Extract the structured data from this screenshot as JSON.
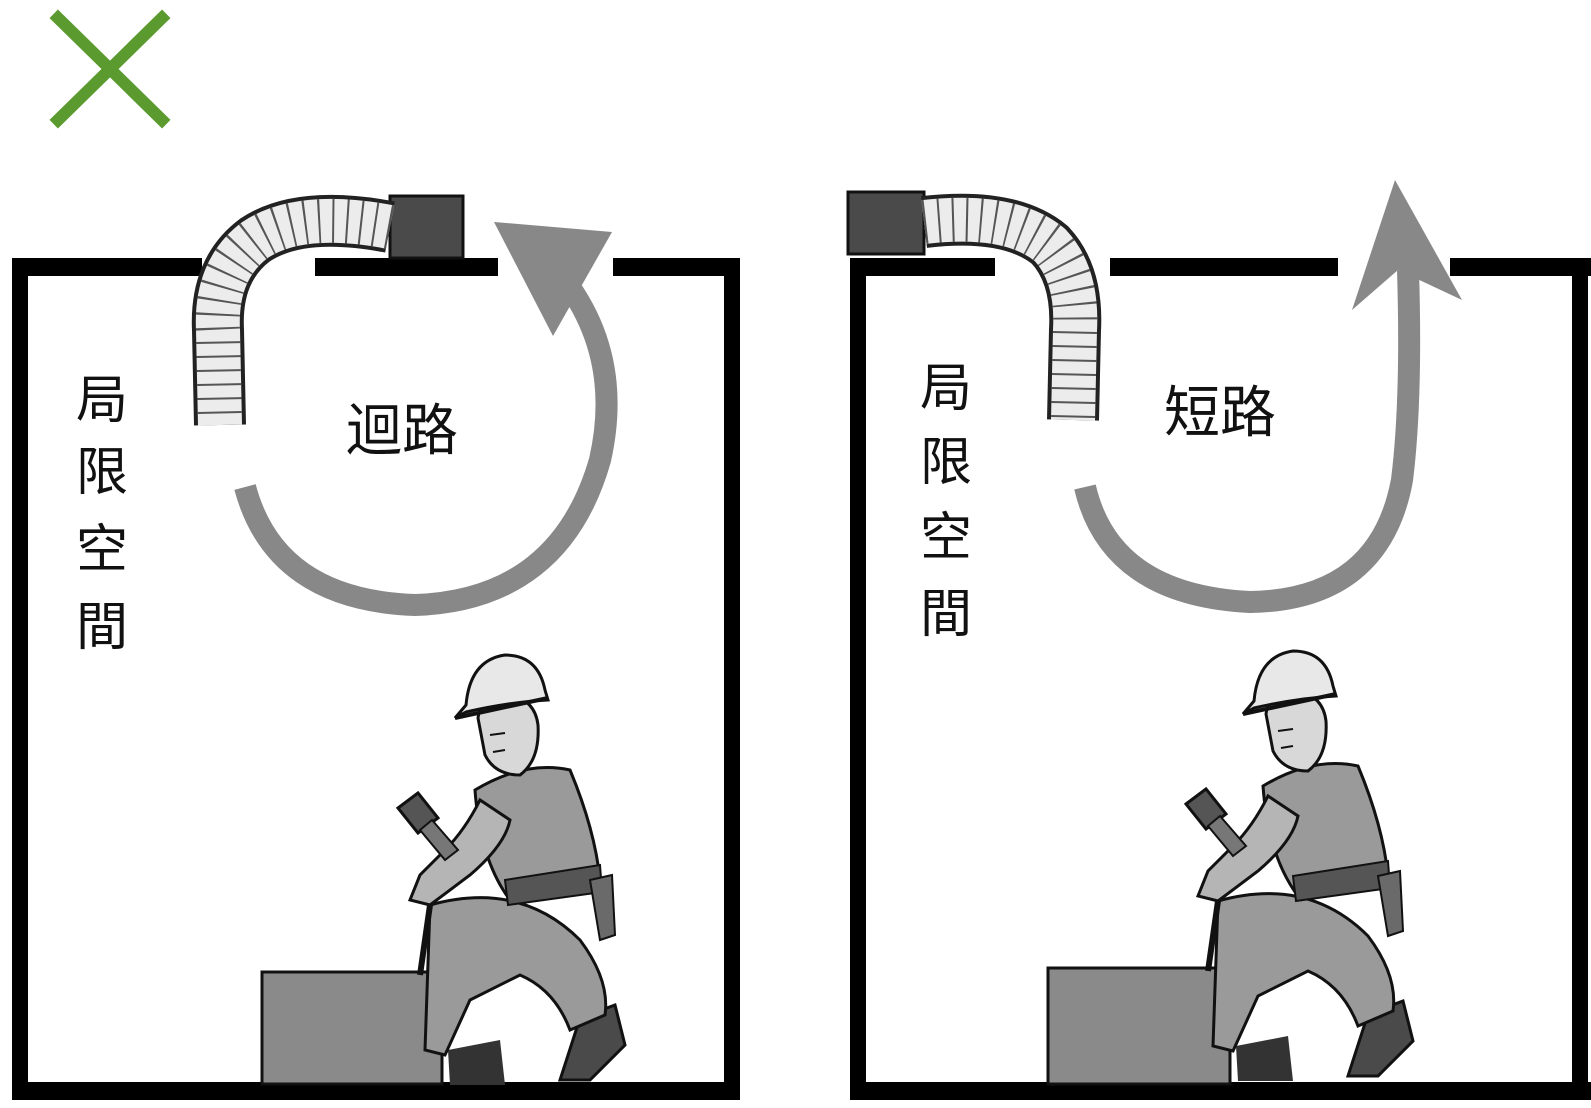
{
  "marker": {
    "icon": "cross-mark-icon",
    "color": "#5a9a2f"
  },
  "colors": {
    "wall": "#000000",
    "arrow": "#888888",
    "fan": "#4a4a4a",
    "duct": "#e8e8e8",
    "box": "#8a8a8a"
  },
  "panels": [
    {
      "space_label": [
        "局",
        "限",
        "空",
        "間"
      ],
      "flow_label": "迴路"
    },
    {
      "space_label": [
        "局",
        "限",
        "空",
        "間"
      ],
      "flow_label": "短路"
    }
  ]
}
